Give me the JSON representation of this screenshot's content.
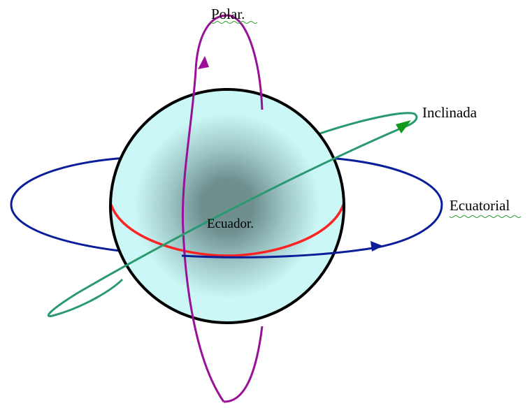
{
  "labels": {
    "polar": "Polar.",
    "inclinada": "Inclinada",
    "ecuatorial": "Ecuatorial",
    "ecuador": "Ecuador."
  },
  "colors": {
    "background": "#ffffff",
    "globe_outer": "#ccf7f7",
    "globe_mid": "#9fc9c9",
    "globe_core": "#6f8f8f",
    "globe_outline": "#000000",
    "equator_line": "#ff2222",
    "polar_orbit": "#991199",
    "equatorial_orbit": "#0b1e9a",
    "inclined_orbit": "#2a9970",
    "inclined_arrow": "#129a1a",
    "spell_underline": "#2e9b2e"
  }
}
